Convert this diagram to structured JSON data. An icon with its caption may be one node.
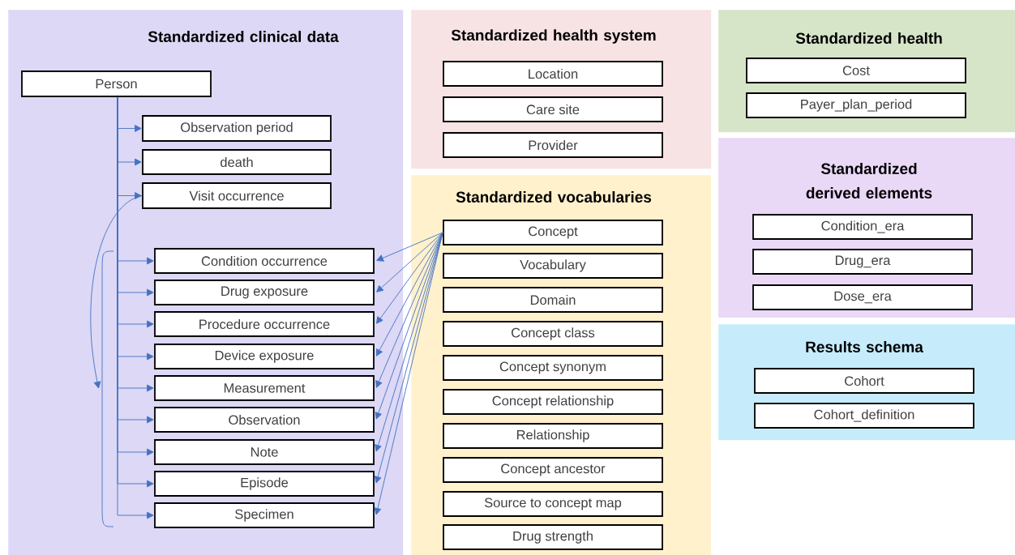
{
  "diagram": {
    "nodes": [
      {
        "text": [
          "Standardized clinical data"
        ]
      },
      {
        "text": [
          "Person"
        ],
        "in": 0
      },
      {
        "text": [
          "Observation period"
        ],
        "in": 0
      },
      {
        "text": [
          "death"
        ],
        "in": 0
      },
      {
        "text": [
          "Visit occurrence"
        ],
        "in": 0
      },
      {
        "text": [],
        "shape": "bracket",
        "in": 0
      },
      {
        "text": [
          "Condition occurrence"
        ],
        "in": 0
      },
      {
        "text": [
          "Drug exposure"
        ],
        "in": 0
      },
      {
        "text": [
          "Procedure occurrence"
        ],
        "in": 0
      },
      {
        "text": [
          "Device exposure"
        ],
        "in": 0
      },
      {
        "text": [
          "Measurement"
        ],
        "in": 0
      },
      {
        "text": [
          "Observation"
        ],
        "in": 0
      },
      {
        "text": [
          "Note"
        ],
        "in": 0
      },
      {
        "text": [
          "Episode"
        ],
        "in": 0
      },
      {
        "text": [
          "Specimen"
        ],
        "in": 0
      },
      {
        "text": [
          "Standardized health system"
        ]
      },
      {
        "text": [
          "Location"
        ],
        "in": 15
      },
      {
        "text": [
          "Care site"
        ],
        "in": 15
      },
      {
        "text": [
          "Provider"
        ],
        "in": 15
      },
      {
        "text": [
          "Standardized vocabularies"
        ]
      },
      {
        "text": [
          "Concept"
        ],
        "in": 19
      },
      {
        "text": [
          "Vocabulary"
        ],
        "in": 19
      },
      {
        "text": [
          "Domain"
        ],
        "in": 19
      },
      {
        "text": [
          "Concept class"
        ],
        "in": 19
      },
      {
        "text": [
          "Concept synonym"
        ],
        "in": 19
      },
      {
        "text": [
          "Concept relationship"
        ],
        "in": 19
      },
      {
        "text": [
          "Relationship"
        ],
        "in": 19
      },
      {
        "text": [
          "Concept ancestor"
        ],
        "in": 19
      },
      {
        "text": [
          "Source to concept map"
        ],
        "in": 19
      },
      {
        "text": [
          "Drug strength"
        ],
        "in": 19
      },
      {
        "text": [
          "Standardized health"
        ]
      },
      {
        "text": [
          "Cost"
        ],
        "in": 30
      },
      {
        "text": [
          "Payer_plan_period"
        ],
        "in": 30
      },
      {
        "text": [
          "Standardized derived elements"
        ]
      },
      {
        "text": [
          "Condition_era"
        ],
        "in": 33
      },
      {
        "text": [
          "Drug_era"
        ],
        "in": 33
      },
      {
        "text": [
          "Dose_era"
        ],
        "in": 33
      },
      {
        "text": [
          "Results schema"
        ]
      },
      {
        "text": [
          "Cohort"
        ],
        "in": 37
      },
      {
        "text": [
          "Cohort_definition"
        ],
        "in": 37
      }
    ],
    "edges": [
      {
        "from": 1,
        "to": 2,
        "arrow": "to"
      },
      {
        "from": 1,
        "to": 3,
        "arrow": "to"
      },
      {
        "from": 1,
        "to": 4,
        "arrow": "to"
      },
      {
        "from": 1,
        "to": 6,
        "arrow": "to"
      },
      {
        "from": 1,
        "to": 7,
        "arrow": "to"
      },
      {
        "from": 1,
        "to": 8,
        "arrow": "to"
      },
      {
        "from": 1,
        "to": 9,
        "arrow": "to"
      },
      {
        "from": 1,
        "to": 10,
        "arrow": "to"
      },
      {
        "from": 1,
        "to": 11,
        "arrow": "to"
      },
      {
        "from": 1,
        "to": 12,
        "arrow": "to"
      },
      {
        "from": 1,
        "to": 13,
        "arrow": "to"
      },
      {
        "from": 1,
        "to": 14,
        "arrow": "to"
      },
      {
        "from": 4,
        "to": 5,
        "arrow": "to"
      },
      {
        "from": 20,
        "to": 6,
        "arrow": "to"
      },
      {
        "from": 20,
        "to": 7,
        "arrow": "to"
      },
      {
        "from": 20,
        "to": 8,
        "arrow": "to"
      },
      {
        "from": 20,
        "to": 9,
        "arrow": "to"
      },
      {
        "from": 20,
        "to": 10,
        "arrow": "to"
      },
      {
        "from": 20,
        "to": 11,
        "arrow": "to"
      },
      {
        "from": 20,
        "to": 12,
        "arrow": "to"
      },
      {
        "from": 20,
        "to": 13,
        "arrow": "to"
      },
      {
        "from": 20,
        "to": 14,
        "arrow": "to"
      }
    ]
  }
}
